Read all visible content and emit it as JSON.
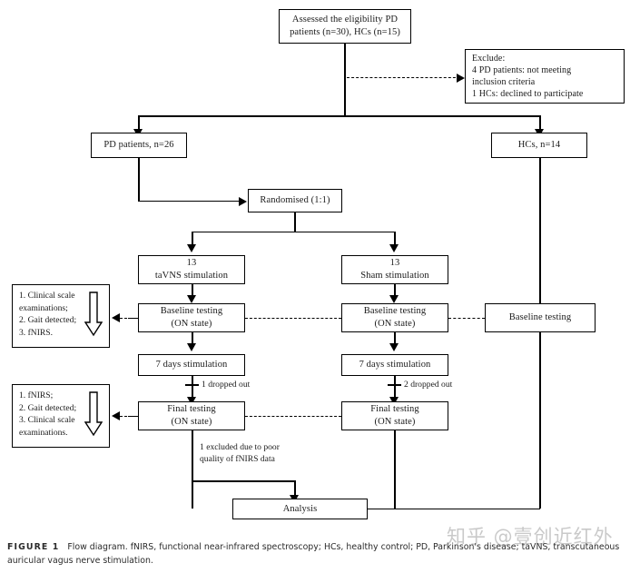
{
  "figure": {
    "label": "FIGURE 1",
    "caption": "Flow diagram. fNIRS, functional near-infrared spectroscopy; HCs, healthy control; PD, Parkinson's disease; taVNS, transcutaneous auricular vagus nerve stimulation."
  },
  "watermark": {
    "text": "知乎 @壹创近红外"
  },
  "nodes": {
    "assessed": {
      "line1": "Assessed the eligibility  PD",
      "line2": "patients (n=30), HCs (n=15)"
    },
    "exclude": {
      "line1": "Exclude:",
      "line2": "4 PD patients: not meeting",
      "line3": "inclusion criteria",
      "line4": "1 HCs: declined to participate"
    },
    "pd_patients": {
      "line1": "PD patients, n=26"
    },
    "hcs": {
      "line1": "HCs, n=14"
    },
    "randomised": {
      "line1": "Randomised (1:1)"
    },
    "tavns_group": {
      "line1": "13",
      "line2": "taVNS stimulation"
    },
    "sham_group": {
      "line1": "13",
      "line2": "Sham stimulation"
    },
    "baseline_tavns": {
      "line1": "Baseline testing",
      "line2": "(ON state)"
    },
    "baseline_sham": {
      "line1": "Baseline testing",
      "line2": "(ON state)"
    },
    "baseline_hcs": {
      "line1": "Baseline testing"
    },
    "stim_tavns": {
      "line1": "7 days stimulation"
    },
    "stim_sham": {
      "line1": "7 days stimulation"
    },
    "final_tavns": {
      "line1": "Final testing",
      "line2": "(ON state)"
    },
    "final_sham": {
      "line1": "Final testing",
      "line2": "(ON state)"
    },
    "analysis": {
      "line1": "Analysis"
    }
  },
  "annotations": {
    "baseline_measures": {
      "line1": "1. Clinical scale",
      "line2": "examinations;",
      "line3": "2. Gait detected;",
      "line4": "3. fNIRS."
    },
    "final_measures": {
      "line1": "1. fNIRS;",
      "line2": "2. Gait detected;",
      "line3": "3. Clinical scale",
      "line4": "examinations."
    }
  },
  "edge_labels": {
    "dropout_tavns": "1 dropped out",
    "dropout_sham": "2 dropped out",
    "excluded_fnirs": {
      "line1": "1 excluded due to poor",
      "line2": "quality of fNIRS data"
    }
  }
}
